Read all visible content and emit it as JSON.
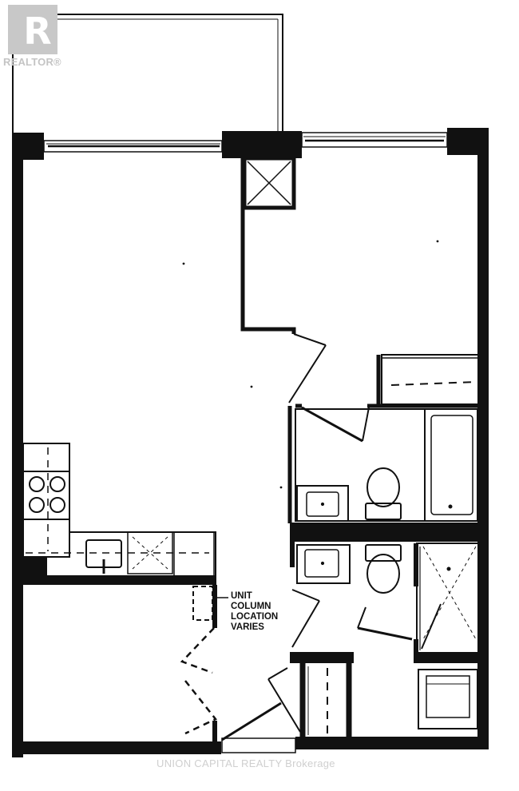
{
  "logo": {
    "icon": "realtor-r-icon",
    "glyph": "R",
    "text": "REALTOR®"
  },
  "annotation": {
    "line1": "UNIT",
    "line2": "COLUMN",
    "line3": "LOCATION",
    "line4": "VARIES"
  },
  "watermark": "UNION CAPITAL REALTY Brokerage",
  "colors": {
    "wall": "#111111",
    "background": "#ffffff",
    "logo_gray": "#c8c8c8"
  }
}
